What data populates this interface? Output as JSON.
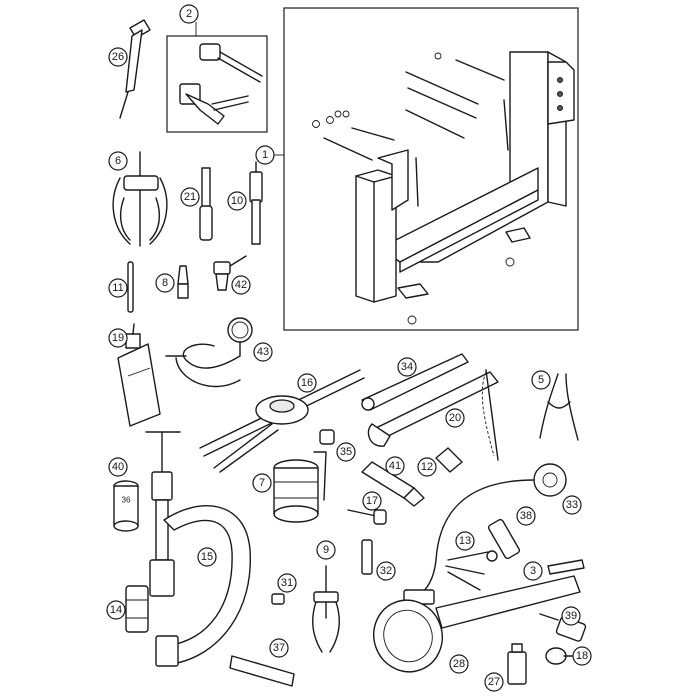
{
  "callouts": [
    "1",
    "2",
    "3",
    "5",
    "6",
    "7",
    "8",
    "10",
    "11",
    "12",
    "13",
    "14",
    "15",
    "16",
    "17",
    "18",
    "19",
    "20",
    "21",
    "26",
    "27",
    "28",
    "31",
    "32",
    "33",
    "34",
    "35",
    "36",
    "37",
    "38",
    "39",
    "40",
    "41",
    "42",
    "43"
  ],
  "part_labels": {
    "socket_36": "36"
  }
}
